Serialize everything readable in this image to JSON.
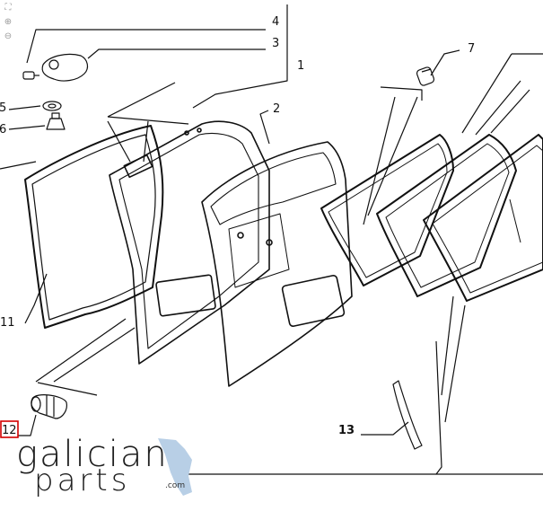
{
  "viewer": {
    "controls": [
      {
        "name": "fit-icon",
        "glyph": "⛶"
      },
      {
        "name": "zoom-in-icon",
        "glyph": "⊕"
      },
      {
        "name": "zoom-out-icon",
        "glyph": "⊖"
      }
    ]
  },
  "callouts": {
    "c1": "1",
    "c2": "2",
    "c3": "3",
    "c4": "4",
    "c5": "5",
    "c6": "6",
    "c7": "7",
    "c11": "11",
    "c12": "12",
    "c13": "13"
  },
  "brand": {
    "main": "galician",
    "sub": "parts",
    "tld": ".com"
  },
  "colors": {
    "line": "#111111",
    "highlight": "#d40000",
    "brand_accent": "#b8cfe6"
  }
}
